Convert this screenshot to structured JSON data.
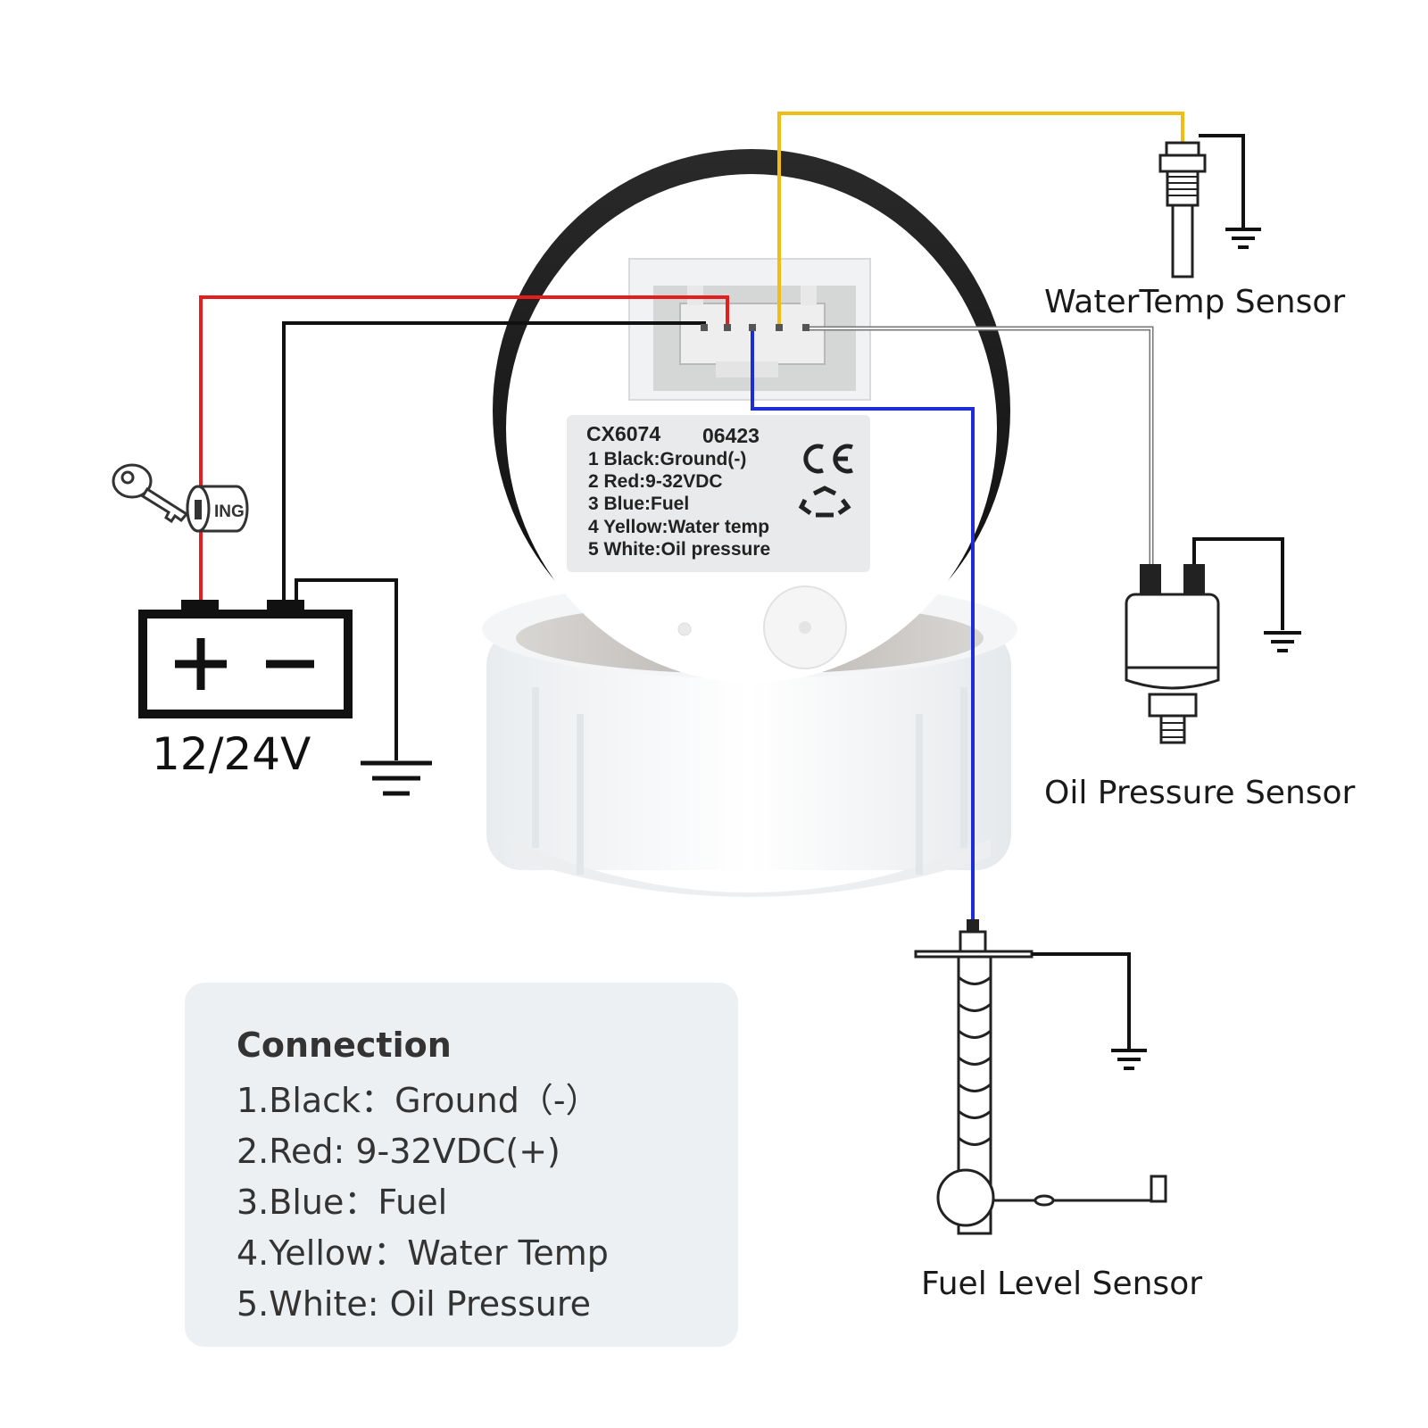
{
  "diagram": {
    "battery": {
      "voltage_label": "12/24V",
      "plus_symbol": "+",
      "minus_symbol": "−"
    },
    "ignition": {
      "label": "ING"
    },
    "sticker": {
      "model": "CX6074",
      "code": "06423",
      "lines": [
        "1 Black:Ground(-)",
        "2 Red:9-32VDC",
        "3 Blue:Fuel",
        "4 Yellow:Water temp",
        "5 White:Oil pressure"
      ],
      "ce_mark": "CE"
    },
    "sensors": {
      "water_temp": "WaterTemp Sensor",
      "oil_pressure": "Oil Pressure Sensor",
      "fuel_level": "Fuel Level Sensor"
    },
    "wire_colors": {
      "red": "#e41e1e",
      "black": "#111111",
      "blue": "#1d2dd6",
      "yellow": "#f2bd12",
      "white": "#d9d9d9"
    }
  },
  "connection": {
    "title": "Connection",
    "items": [
      "1.Black：Ground（-）",
      "2.Red: 9-32VDC(+)",
      "3.Blue：Fuel",
      "4.Yellow：Water Temp",
      "5.White: Oil Pressure"
    ]
  }
}
